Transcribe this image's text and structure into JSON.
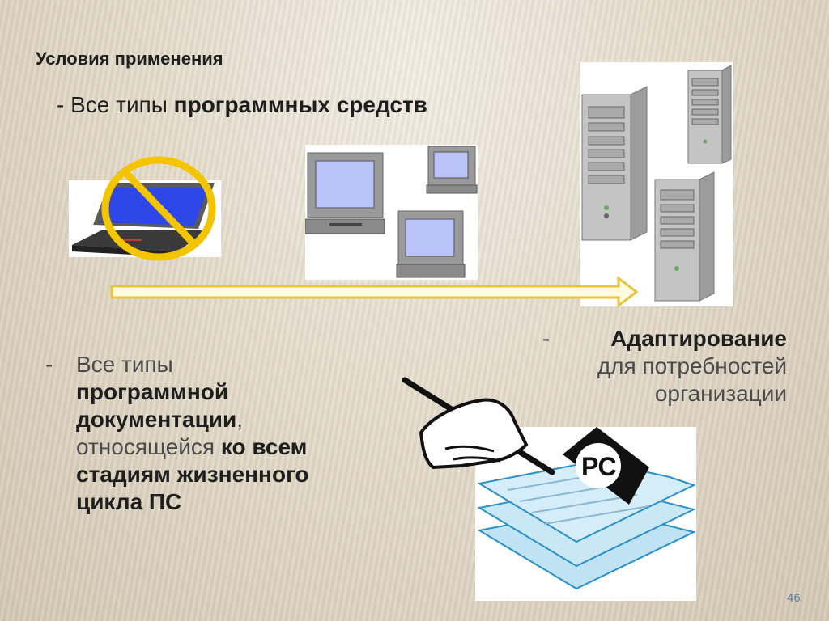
{
  "slide": {
    "title": "Условия применения",
    "line1": {
      "dash": "- ",
      "normal": "Все типы ",
      "bold": "программных средств"
    },
    "left_bullet": {
      "dash": "-",
      "part1": "Все типы",
      "part2_bold": "программной документации",
      "part3": ", относящейся ",
      "part4_bold": "ко всем стадиям жизненного цикла ПС"
    },
    "right_bullet": {
      "dash": "-",
      "bold": "Адаптирование",
      "line2": "для потребностей",
      "line3": "организации"
    },
    "page_number": "46"
  }
}
